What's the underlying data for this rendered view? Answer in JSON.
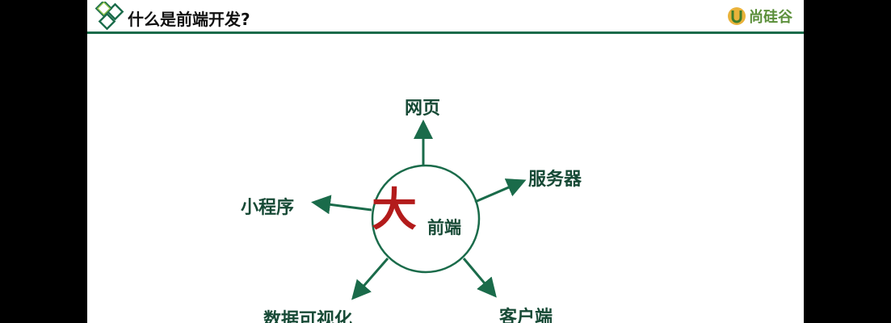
{
  "header": {
    "title": "什么是前端开发?",
    "brand_name": "尚硅谷"
  },
  "diagram": {
    "center": {
      "big_char": "大",
      "sub_text": "前端"
    },
    "nodes": {
      "top": "网页",
      "upper_right": "服务器",
      "left": "小程序",
      "lower_left": "数据可视化",
      "lower_right": "客户端"
    }
  },
  "colors": {
    "primary_green": "#1a6b4a",
    "label_green": "#174a36",
    "accent_red": "#b31b1b",
    "brand_green": "#5b8f3a",
    "outside": "#000000"
  }
}
